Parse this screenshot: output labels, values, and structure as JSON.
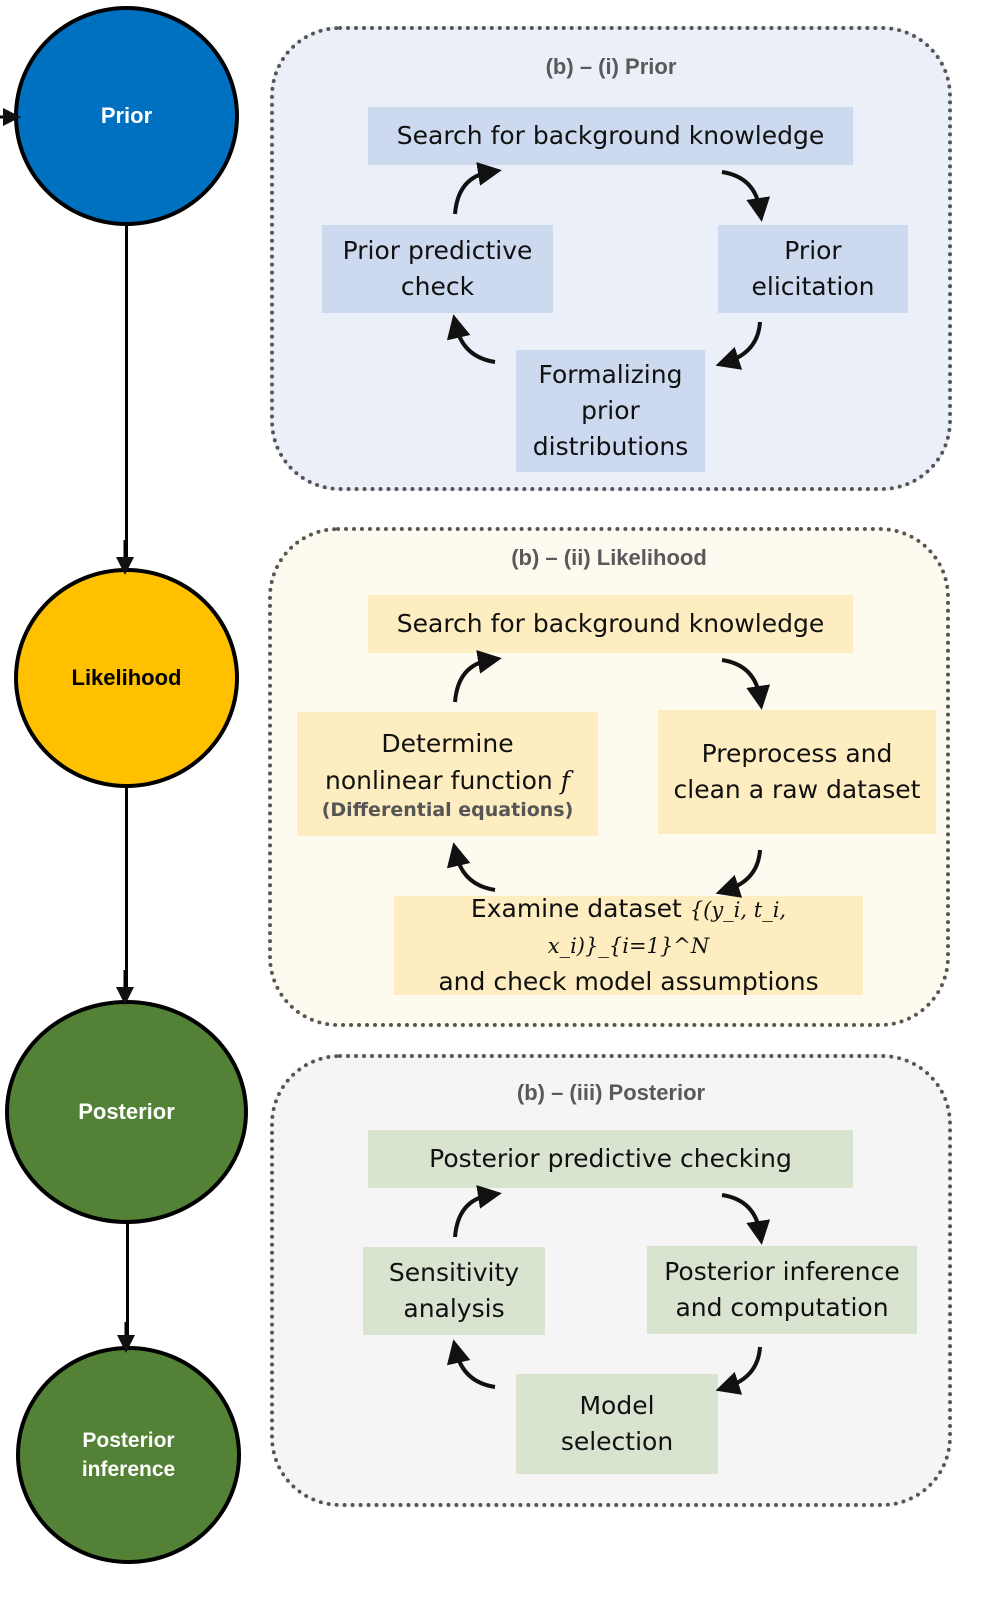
{
  "colors": {
    "prior": "#0070c0",
    "likelihood": "#ffc000",
    "posterior": "#538135",
    "prior_panel": "#ebeff8",
    "likelihood_panel": "#fefaf0",
    "posterior_panel": "#f4f5f4"
  },
  "stages": {
    "prior": "Prior",
    "likelihood": "Likelihood",
    "posterior": "Posterior",
    "posterior_inference_1": "Posterior",
    "posterior_inference_2": "inference"
  },
  "prior_panel": {
    "title": "(b) – (i) Prior",
    "top": "Search for background knowledge",
    "right_1": "Prior",
    "right_2": "elicitation",
    "bottom_1": "Formalizing",
    "bottom_2": "prior",
    "bottom_3": "distributions",
    "left_1": "Prior predictive",
    "left_2": "check"
  },
  "likelihood_panel": {
    "title": "(b) – (ii) Likelihood",
    "top": "Search for background knowledge",
    "right_1": "Preprocess and",
    "right_2": "clean a raw dataset",
    "bottom_1": "Examine dataset",
    "bottom_math": "{(y_i, t_i, x_i)}_{i=1}^N",
    "bottom_2": "and check model assumptions",
    "left_1": "Determine",
    "left_2": "nonlinear function",
    "left_f": "f",
    "left_sub": "(Differential equations)"
  },
  "posterior_panel": {
    "title": "(b) – (iii) Posterior",
    "top": "Posterior predictive checking",
    "right_1": "Posterior inference",
    "right_2": "and computation",
    "bottom_1": "Model",
    "bottom_2": "selection",
    "left_1": "Sensitivity",
    "left_2": "analysis"
  }
}
